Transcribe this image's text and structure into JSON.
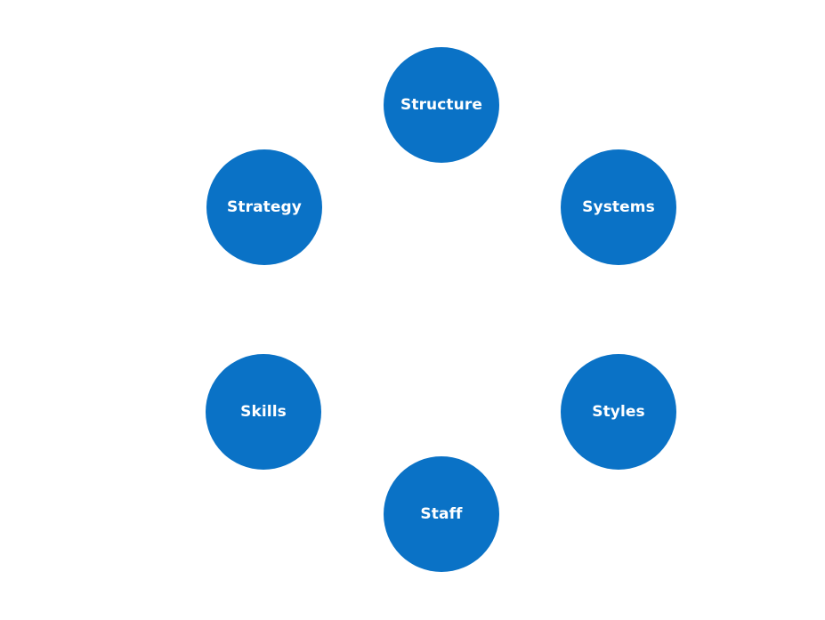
{
  "diagram": {
    "node_color": "#0a72c6",
    "label_color": "#ffffff",
    "nodes": [
      {
        "label": "Structure"
      },
      {
        "label": "Strategy"
      },
      {
        "label": "Systems"
      },
      {
        "label": "Skills"
      },
      {
        "label": "Styles"
      },
      {
        "label": "Staff"
      }
    ]
  }
}
